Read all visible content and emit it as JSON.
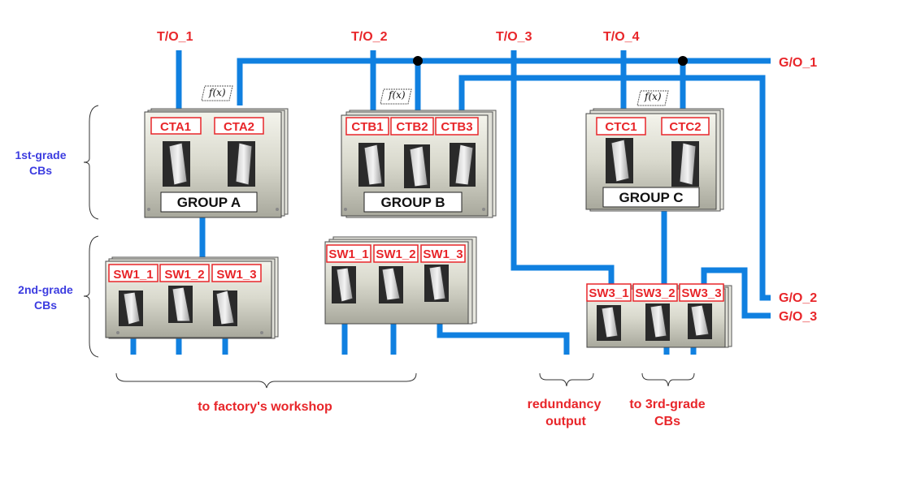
{
  "transformer_outputs": [
    "T/O_1",
    "T/O_2",
    "T/O_3",
    "T/O_4"
  ],
  "generator_outputs": [
    "G/O_1",
    "G/O_2",
    "G/O_3"
  ],
  "grades": {
    "first": "1st-grade CBs",
    "first_line1": "1st-grade",
    "first_line2": "CBs",
    "second_line1": "2nd-grade",
    "second_line2": "CBs"
  },
  "groups": {
    "a": {
      "name": "GROUP A",
      "breakers": [
        "CTA1",
        "CTA2"
      ]
    },
    "b": {
      "name": "GROUP B",
      "breakers": [
        "CTB1",
        "CTB2",
        "CTB3"
      ]
    },
    "c": {
      "name": "GROUP C",
      "breakers": [
        "CTC1",
        "CTC2"
      ]
    }
  },
  "second_grade": {
    "left": [
      "SW1_1",
      "SW1_2",
      "SW1_3"
    ],
    "middle": [
      "SW1_1",
      "SW1_2",
      "SW1_3"
    ],
    "right": [
      "SW3_1",
      "SW3_2",
      "SW3_3"
    ]
  },
  "fx_label": "f(x)",
  "outputs": {
    "workshop": "to factory's workshop",
    "redundancy_line1": "redundancy",
    "redundancy_line2": "output",
    "third_line1": "to 3rd-grade",
    "third_line2": "CBs"
  },
  "colors": {
    "wire": "#1080e0",
    "label": "#e8262a",
    "grade": "#3c3ce0"
  }
}
